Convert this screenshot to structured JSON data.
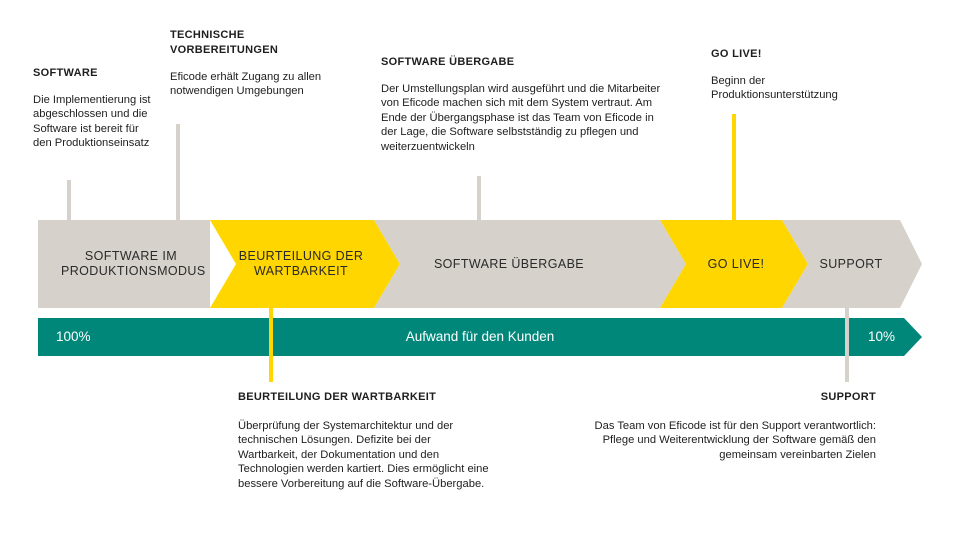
{
  "phases": [
    {
      "label": "SOFTWARE IM PRODUKTIONSMODUS",
      "color": "#d6d2cb"
    },
    {
      "label": "BEURTEILUNG DER WARTBARKEIT",
      "color": "#ffd600"
    },
    {
      "label": "SOFTWARE ÜBERGABE",
      "color": "#d6d2cb"
    },
    {
      "label": "GO LIVE!",
      "color": "#ffd600"
    },
    {
      "label": "SUPPORT",
      "color": "#d6d2cb"
    }
  ],
  "effort_bar": {
    "label": "Aufwand für den Kunden",
    "start_value": "100%",
    "end_value": "10%",
    "color": "#00877a"
  },
  "annotations_top": [
    {
      "title": "SOFTWARE",
      "text": "Die Implementierung ist abgeschlossen und die Software ist bereit für den Produktionseinsatz"
    },
    {
      "title": "TECHNISCHE VORBEREITUNGEN",
      "text": "Eficode erhält Zugang zu allen notwendigen Umgebungen"
    },
    {
      "title": "SOFTWARE ÜBERGABE",
      "text": "Der Umstellungsplan wird ausgeführt und die Mitarbeiter von Eficode machen sich mit dem System vertraut. Am Ende der Übergangsphase ist das Team von Eficode in der Lage, die Software selbstständig zu pflegen und weiterzuentwickeln"
    },
    {
      "title": "GO LIVE!",
      "text": "Beginn der Produktionsunterstützung"
    }
  ],
  "annotations_bottom": [
    {
      "title": "BEURTEILUNG DER WARTBARKEIT",
      "text": "Überprüfung der Systemarchitektur und der technischen Lösungen. Defizite bei der Wartbarkeit, der Dokumentation und den Technologien werden kartiert. Dies ermöglicht eine bessere Vorbereitung auf die Software-Übergabe."
    },
    {
      "title": "SUPPORT",
      "text": "Das Team von Eficode ist für den Support verantwortlich: Pflege und Weiterentwicklung der Software gemäß den gemeinsam vereinbarten Zielen"
    }
  ]
}
